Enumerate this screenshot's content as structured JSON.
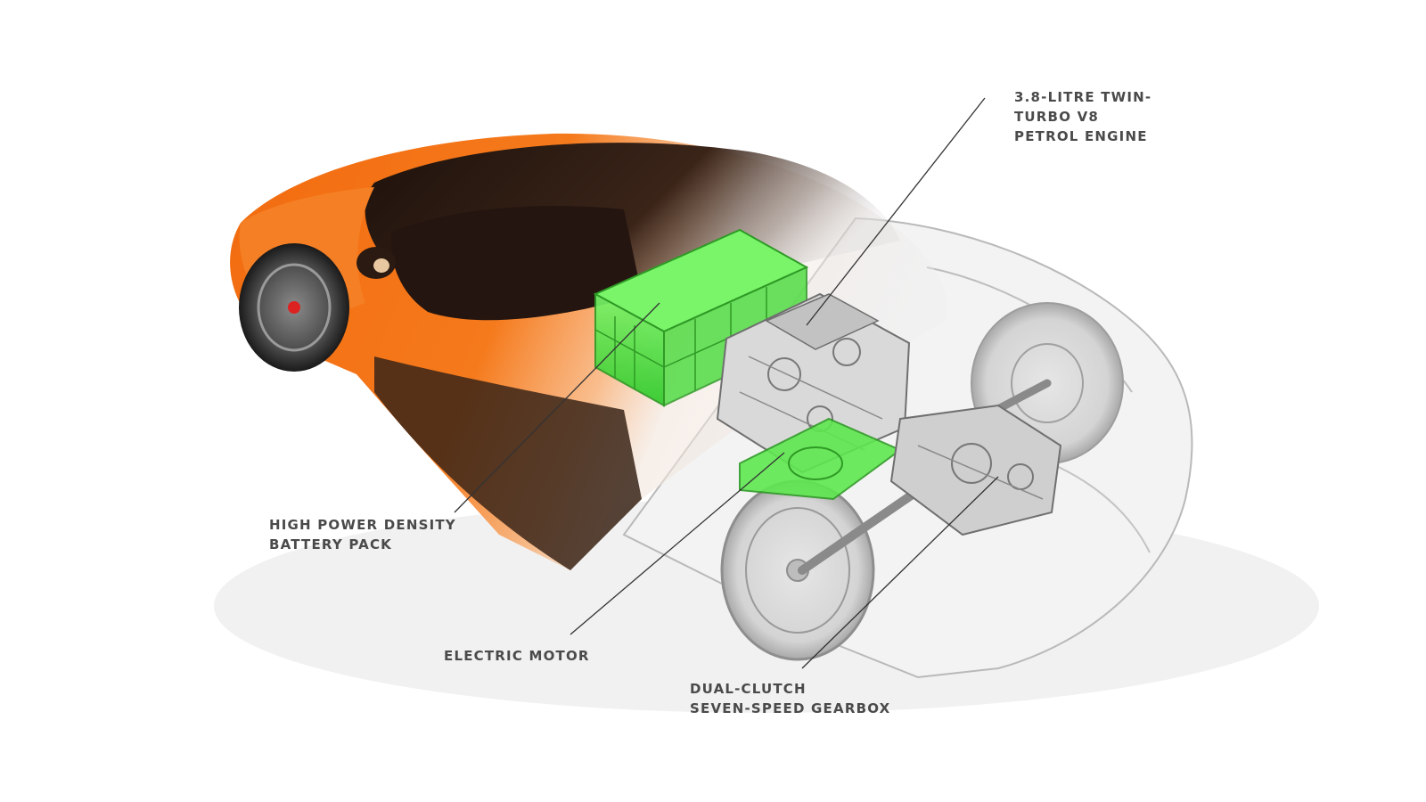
{
  "diagram": {
    "callouts": [
      {
        "id": "engine",
        "lines": [
          "3.8-LITRE TWIN-",
          "TURBO V8",
          "PETROL ENGINE"
        ]
      },
      {
        "id": "battery",
        "lines": [
          "HIGH POWER DENSITY",
          "BATTERY PACK"
        ]
      },
      {
        "id": "motor",
        "lines": [
          "ELECTRIC MOTOR"
        ]
      },
      {
        "id": "gearbox",
        "lines": [
          "DUAL-CLUTCH",
          "SEVEN-SPEED GEARBOX"
        ]
      }
    ],
    "colors": {
      "body": "#f26b0f",
      "body_dark": "#c84800",
      "glass": "#2b1a12",
      "battery": "#46e83a",
      "engine": "#9a9a9a",
      "ghost_outline": "#b9b9b9",
      "leader": "#333333",
      "label": "#4a4a4a"
    }
  }
}
